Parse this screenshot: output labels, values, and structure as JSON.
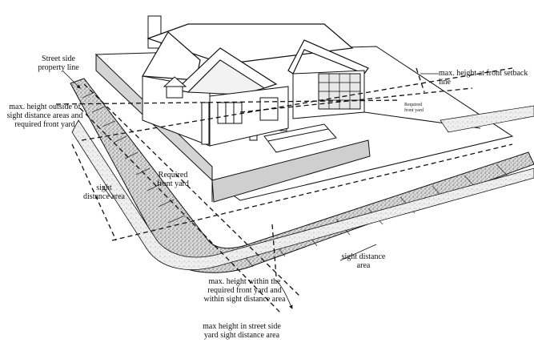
{
  "labels": {
    "street_side_property_line": "Street side\nproperty line",
    "max_height_front_setback": "max. height at front setback\nline",
    "required_front_yard_small": "Required\nfront yard",
    "max_height_outside_sight": "max. height outside of\nsight distance areas and\nrequired front yard",
    "required_front_yard": "Required\nfront yard",
    "sight_distance_area_left": "sight\ndistance area",
    "sight_distance_area_right": "sight distance\narea",
    "max_height_within_front_yard": "max. height within the\nrequired front yard and\nwithin sight distance area",
    "max_height_street_side_yard": "max height in street side\nyard sight distance area"
  },
  "colors": {
    "ink": "#111111",
    "paper": "#ffffff",
    "stipple": "#8a8a8a"
  }
}
